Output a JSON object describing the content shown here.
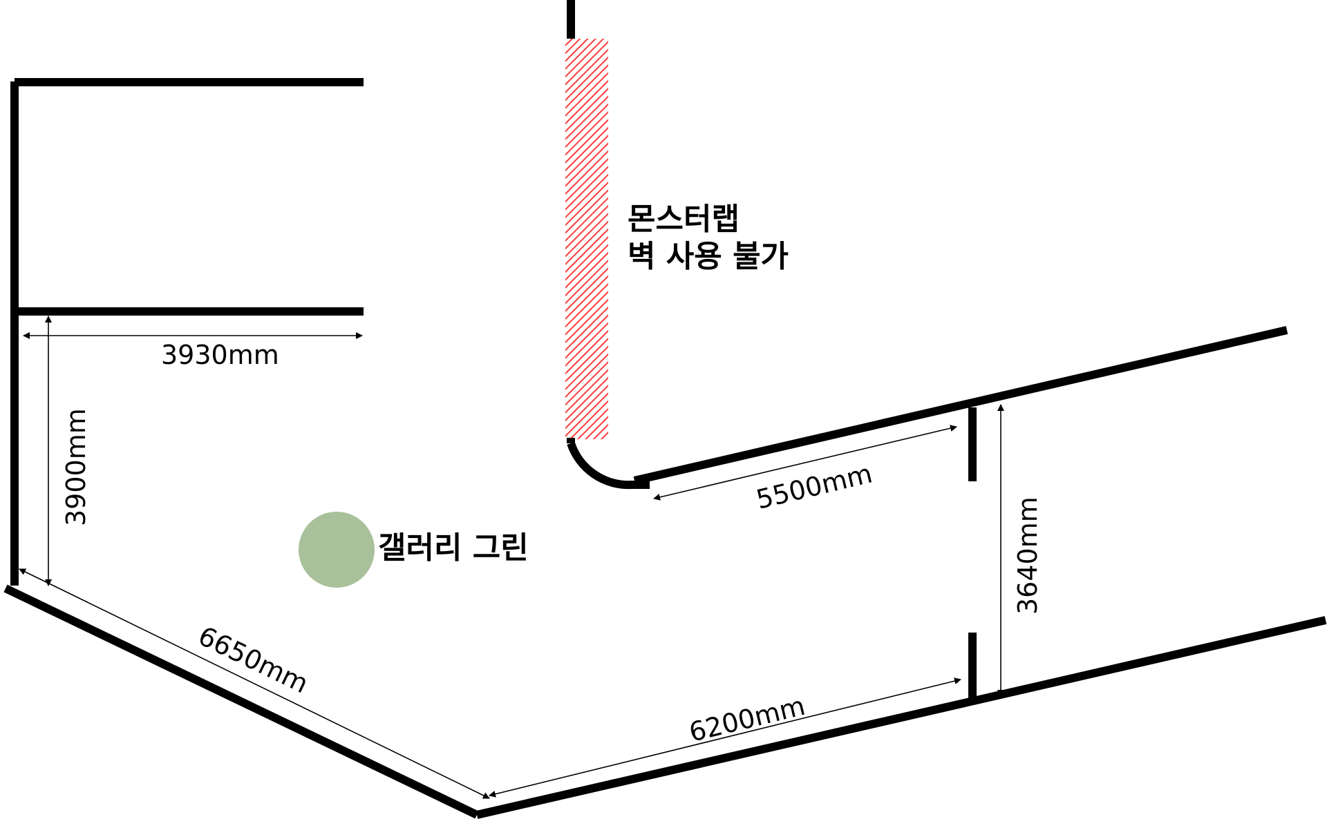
{
  "colors": {
    "wall": "#000000",
    "hatch": "#ff3b3b",
    "tree": "#a9c19a",
    "background": "#ffffff"
  },
  "labels": {
    "restricted_wall_line1": "몬스터랩",
    "restricted_wall_line2": "벽 사용 불가",
    "tree": "갤러리 그린"
  },
  "dimensions": {
    "upper_width": "3930mm",
    "left_height": "3900mm",
    "diagonal_left": "6650mm",
    "bottom_right": "6200mm",
    "upper_right": "5500mm",
    "opening_height": "3640mm"
  }
}
